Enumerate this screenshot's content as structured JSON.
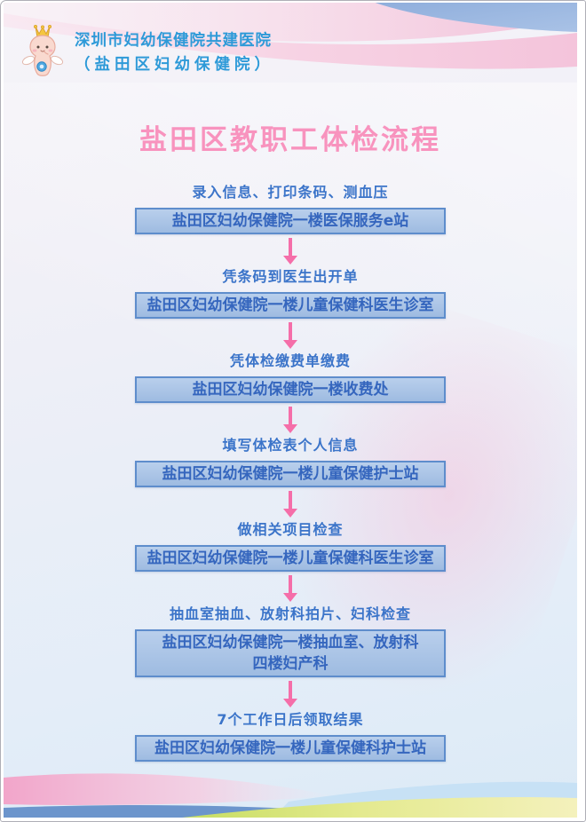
{
  "header": {
    "logo_icon": "baby-mascot-icon",
    "org_line1": "深圳市妇幼保健院共建医院",
    "org_line2": "（盐田区妇幼保健院）"
  },
  "title": "盐田区教职工体检流程",
  "flow": {
    "steps": [
      {
        "label": "录入信息、打印条码、测血压",
        "location": "盐田区妇幼保健院一楼医保服务e站"
      },
      {
        "label": "凭条码到医生出开单",
        "location": "盐田区妇幼保健院一楼儿童保健科医生诊室"
      },
      {
        "label": "凭体检缴费单缴费",
        "location": "盐田区妇幼保健院一楼收费处"
      },
      {
        "label": "填写体检表个人信息",
        "location": "盐田区妇幼保健院一楼儿童保健护士站"
      },
      {
        "label": "做相关项目检查",
        "location": "盐田区妇幼保健院一楼儿童保健科医生诊室"
      },
      {
        "label": "抽血室抽血、放射科拍片、妇科检查",
        "location": "盐田区妇幼保健院一楼抽血室、放射科",
        "location_line2": "四楼妇产科"
      },
      {
        "label": "7个工作日后领取结果",
        "location": "盐田区妇幼保健院一楼儿童保健科护士站"
      }
    ]
  },
  "colors": {
    "title_pink": "#F893BE",
    "org_blue": "#2E9AD8",
    "step_label_blue": "#3B74C9",
    "box_border_blue": "#5E8DCC",
    "box_fill_light": "#B9CFEC",
    "box_fill_dark": "#9EBBE1",
    "box_text_blue": "#3566BE",
    "arrow_pink": "#F56EA9"
  }
}
